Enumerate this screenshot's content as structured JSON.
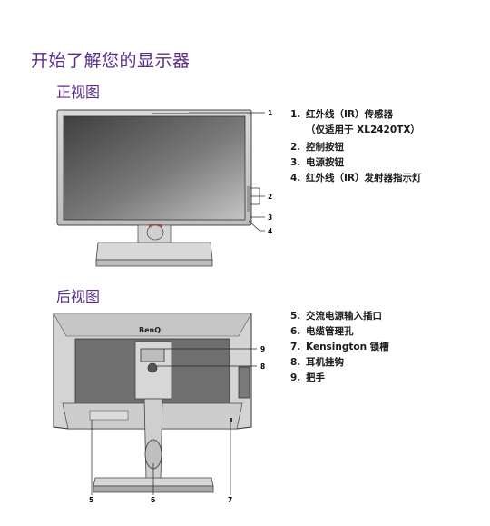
{
  "page_title": "开始了解您的显示器",
  "front": {
    "title": "正视图",
    "callouts": [
      "1",
      "2",
      "3",
      "4"
    ],
    "items": [
      {
        "num": "1.",
        "text": "红外线（IR）传感器",
        "sub": "（仅适用于 XL2420TX）"
      },
      {
        "num": "2.",
        "text": "控制按钮"
      },
      {
        "num": "3.",
        "text": "电源按钮"
      },
      {
        "num": "4.",
        "text": "红外线（IR）发射器指示灯"
      }
    ]
  },
  "rear": {
    "title": "后视图",
    "brand_logo": "BenQ",
    "callouts": [
      "9",
      "8",
      "5",
      "6",
      "7"
    ],
    "items": [
      {
        "num": "5.",
        "text": "交流电源输入插口"
      },
      {
        "num": "6.",
        "text": "电缆管理孔"
      },
      {
        "num": "7.",
        "text": "Kensington 锁槽"
      },
      {
        "num": "8.",
        "text": "耳机挂钩"
      },
      {
        "num": "9.",
        "text": "把手"
      }
    ]
  },
  "colors": {
    "heading": "#5b2d8e",
    "bezel": "#c9c9c9",
    "screen_dark": "#4a4a4a",
    "screen_light": "#b8b8b8",
    "body_gray": "#d0d0d0",
    "back_panel": "#6f6f6f",
    "accent_red": "#c0392b"
  }
}
